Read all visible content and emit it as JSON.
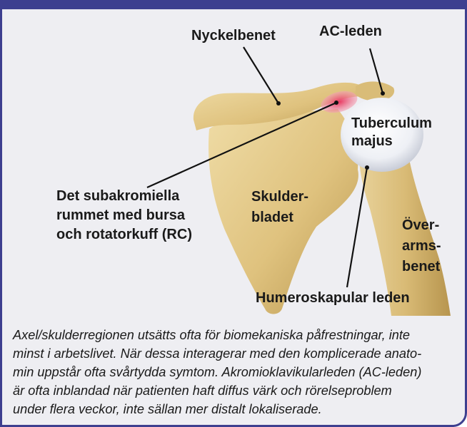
{
  "labels": {
    "nyckelbenet": "Nyckelbenet",
    "ac_leden": "AC-leden",
    "tuberculum_line1": "Tuberculum",
    "tuberculum_line2": "majus",
    "subakromiella_line1": "Det subakromiella",
    "subakromiella_line2": "rummet med bursa",
    "subakromiella_line3": "och rotatorkuff (RC)",
    "skulderbladet_line1": "Skulder-",
    "skulderbladet_line2": "bladet",
    "overarmsbenet_line1": "Över-",
    "overarmsbenet_line2": "arms-",
    "overarmsbenet_line3": "benet",
    "humeroskapular": "Humeroskapular leden"
  },
  "caption": "Axel/skulderregionen utsätts ofta för biomekaniska påfrestningar, inte\nminst i arbetslivet. När dessa interagerar med den komplicerade anato-\nmin uppstår ofta svårtydda symtom. Akromioklavikularleden (AC-leden)\när ofta inblandad när patienten haft diffus värk och rörelseproblem\nunder flera veckor, inte sällan mer distalt lokaliserade.",
  "colors": {
    "border": "#3d3f8f",
    "background": "#eeeef2",
    "bone": "#e2c98a",
    "bone_shadow": "#b99a52",
    "cartilage": "#f2f3f7",
    "inflamed": "#e0456a"
  }
}
